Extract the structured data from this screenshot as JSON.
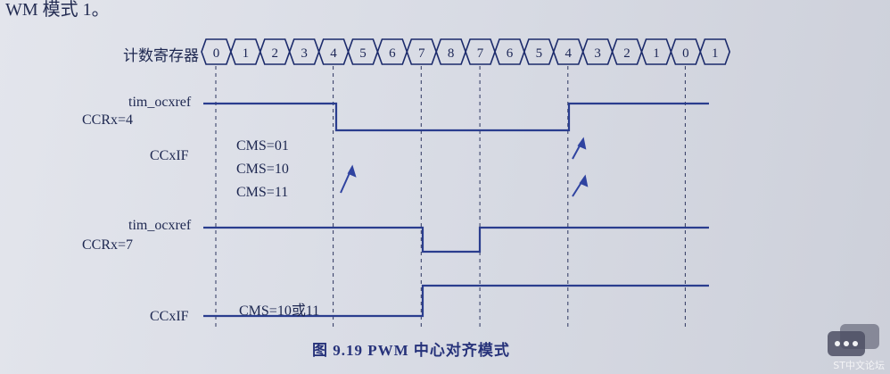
{
  "top_text": "WM 模式 1。",
  "counter": {
    "label": "计数寄存器",
    "values": [
      "0",
      "1",
      "2",
      "3",
      "4",
      "5",
      "6",
      "7",
      "8",
      "7",
      "6",
      "5",
      "4",
      "3",
      "2",
      "1",
      "0",
      "1"
    ]
  },
  "signals": {
    "tim_ocxref_1": "tim_ocxref",
    "ccr_1": "CCRx=4",
    "ccxif_1": "CCxIF",
    "cms_01": "CMS=01",
    "cms_10": "CMS=10",
    "cms_11": "CMS=11",
    "tim_ocxref_2": "tim_ocxref",
    "ccr_2": "CCRx=7",
    "ccxif_2": "CCxIF",
    "cms_10_or_11": "CMS=10或11"
  },
  "caption": "图 9.19   PWM 中心对齐模式",
  "watermark": "ST中文论坛"
}
